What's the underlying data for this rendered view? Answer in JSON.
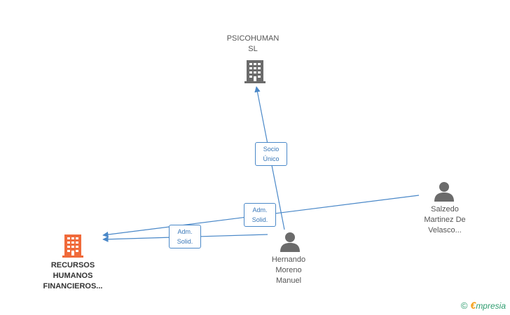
{
  "nodes": {
    "psicohuman": {
      "label": "PSICOHUMAN\nSL",
      "icon": "building-icon",
      "color": "#6b6b6b"
    },
    "recursos": {
      "label": "RECURSOS\nHUMANOS\nFINANCIEROS...",
      "icon": "building-icon",
      "color": "#f06a3a"
    },
    "hernando": {
      "label": "Hernando\nMoreno\nManuel",
      "icon": "person-icon",
      "color": "#6b6b6b"
    },
    "salzedo": {
      "label": "Salzedo\nMartinez De\nVelasco...",
      "icon": "person-icon",
      "color": "#6b6b6b"
    }
  },
  "edges": {
    "socio": {
      "label": "Socio\nÚnico"
    },
    "adm_salzedo": {
      "label": "Adm.\nSolid."
    },
    "adm_hernando": {
      "label": "Adm.\nSolid."
    }
  },
  "colors": {
    "edge": "#4a88c8"
  },
  "watermark": {
    "copyright": "©",
    "brand_initial": "€",
    "brand_rest": "mpresia"
  }
}
